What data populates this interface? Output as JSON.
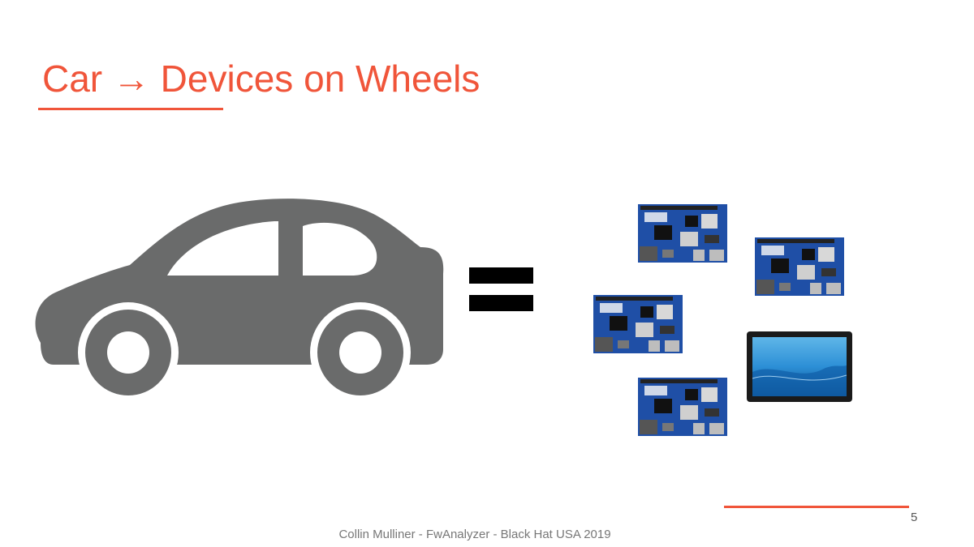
{
  "slide": {
    "title": "Car → Devices on Wheels",
    "footer": "Collin Mulliner - FwAnalyzer - Black Hat USA 2019",
    "page_number": "5"
  },
  "colors": {
    "accent": "#f0553a",
    "car": "#6a6b6b",
    "board": "#1f4fa6",
    "equals": "#000000"
  },
  "icons": [
    "car-icon",
    "equals-sign",
    "circuit-board-image",
    "tablet-image"
  ]
}
